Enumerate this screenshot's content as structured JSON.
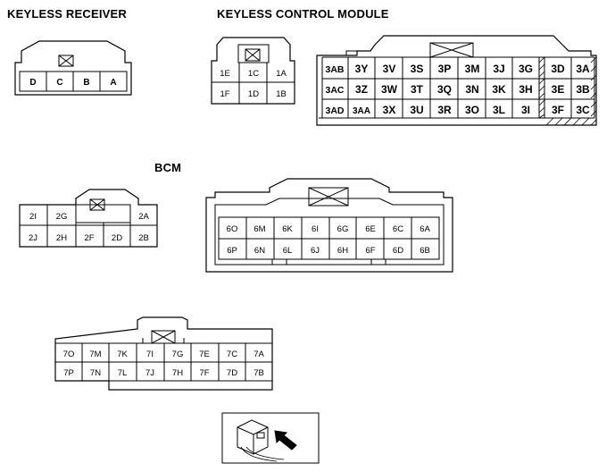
{
  "titles": {
    "keyless_receiver": "KEYLESS RECEIVER",
    "keyless_control_module": "KEYLESS CONTROL MODULE",
    "bcm": "BCM"
  },
  "connectors": {
    "receiver": {
      "row1": [
        "D",
        "C",
        "B",
        "A"
      ]
    },
    "kcm_small": {
      "row1": [
        "1E",
        "1C",
        "1A"
      ],
      "row2": [
        "1F",
        "1D",
        "1B"
      ]
    },
    "kcm_large": {
      "row1": [
        "3AB",
        "3Y",
        "3V",
        "3S",
        "3P",
        "3M",
        "3J",
        "3G",
        "3D",
        "3A"
      ],
      "row2": [
        "3AC",
        "3Z",
        "3W",
        "3T",
        "3Q",
        "3N",
        "3K",
        "3H",
        "3E",
        "3B"
      ],
      "row3": [
        "3AD",
        "3AA",
        "3X",
        "3U",
        "3R",
        "3O",
        "3L",
        "3I",
        "3F",
        "3C"
      ]
    },
    "bcm2": {
      "row1": [
        "2I",
        "2G",
        "2A"
      ],
      "row2": [
        "2J",
        "2H",
        "2F",
        "2D",
        "2B"
      ]
    },
    "bcm6": {
      "row1": [
        "6O",
        "6M",
        "6K",
        "6I",
        "6G",
        "6E",
        "6C",
        "6A"
      ],
      "row2": [
        "6P",
        "6N",
        "6L",
        "6J",
        "6H",
        "6F",
        "6D",
        "6B"
      ]
    },
    "bcm7": {
      "row1": [
        "7O",
        "7M",
        "7K",
        "7I",
        "7G",
        "7E",
        "7C",
        "7A"
      ],
      "row2": [
        "7P",
        "7N",
        "7L",
        "7J",
        "7H",
        "7F",
        "7D",
        "7B"
      ]
    }
  }
}
